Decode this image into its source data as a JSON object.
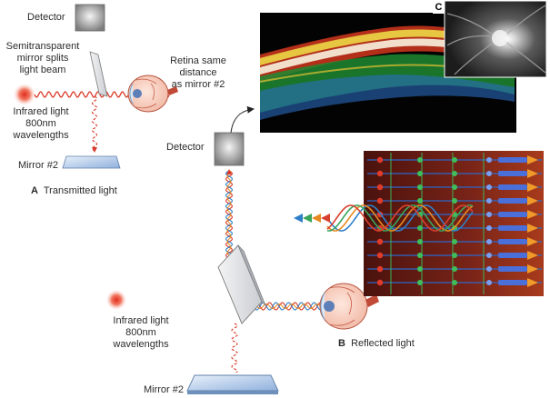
{
  "panel_a": {
    "letter": "A",
    "caption": "Transmitted light",
    "detector": "Detector",
    "mirror_text": [
      "Semitransparent",
      "mirror splits",
      "light beam"
    ],
    "retina_text": [
      "Retina same",
      "distance",
      "as mirror #2"
    ],
    "light_text": [
      "Infrared light",
      "800nm",
      "wavelengths"
    ],
    "mirror2": "Mirror #2"
  },
  "panel_b": {
    "letter": "B",
    "caption": "Reflected light",
    "detector": "Detector",
    "light_text": [
      "Infrared light",
      "800nm",
      "wavelengths"
    ],
    "mirror2": "Mirror #2"
  },
  "panel_c": {
    "letter": "C"
  },
  "colors": {
    "infrared": "#d83a2a",
    "mirror": "#a9c3e6",
    "detector": "#8a8a8a",
    "retina_bg": "#6b1f16",
    "wave_blue": "#2f7fc8",
    "wave_orange": "#e88a22",
    "wave_green": "#3aa55a",
    "wave_red": "#d8402e"
  },
  "icons": [
    "eye-icon",
    "light-source-icon",
    "detector-icon",
    "mirror-icon",
    "arrow-icon"
  ]
}
